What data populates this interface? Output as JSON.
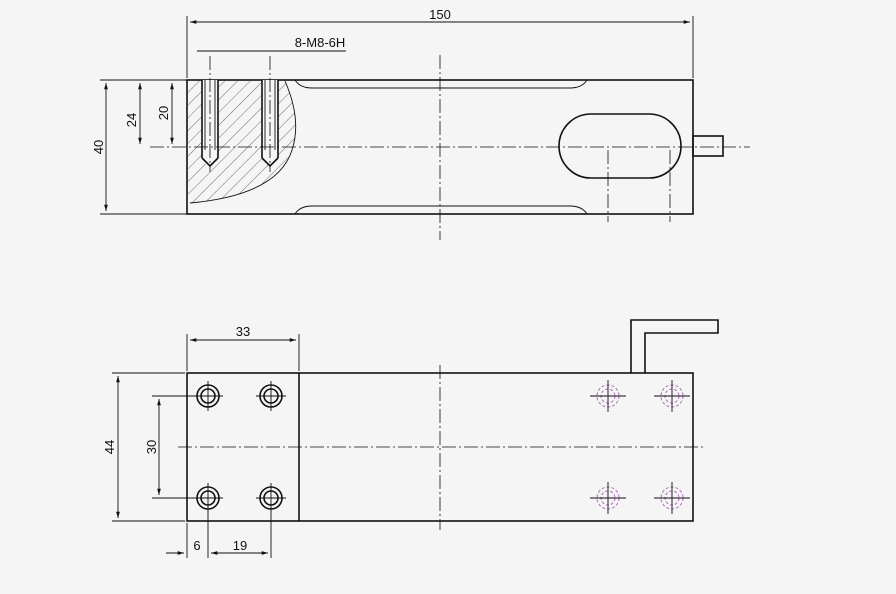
{
  "dimensions": {
    "top_view": {
      "overall_length": "150",
      "thread_spec": "8-M8-6H",
      "height_overall": "40",
      "height_24": "24",
      "height_20": "20"
    },
    "bottom_view": {
      "block_width": "33",
      "overall_width": "44",
      "hole_spacing_vertical": "30",
      "hole_offset_edge": "6",
      "hole_spacing_horizontal": "19"
    }
  },
  "colors": {
    "line": "#111111",
    "background": "#f4f5f4",
    "hidden_hole": "#b06cc0"
  }
}
